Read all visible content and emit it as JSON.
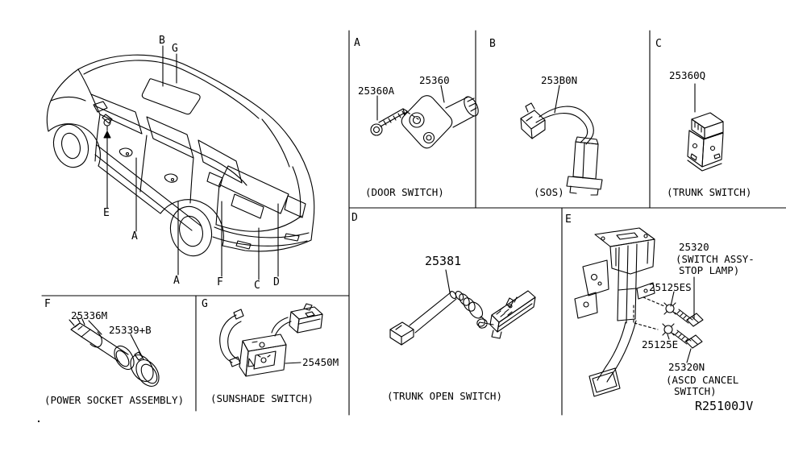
{
  "diagram": {
    "ref_code": "R25100JV",
    "car_callouts": {
      "b": "B",
      "g": "G",
      "e": "E",
      "a1": "A",
      "a2": "A",
      "f": "F",
      "c": "C",
      "d": "D"
    },
    "panels": {
      "a": {
        "letter": "A",
        "caption": "(DOOR SWITCH)",
        "part_screw": "25360A",
        "part_switch": "25360"
      },
      "b": {
        "letter": "B",
        "caption": "(SOS)",
        "part": "253B0N"
      },
      "c": {
        "letter": "C",
        "caption": "(TRUNK SWITCH)",
        "part": "25360Q"
      },
      "d": {
        "letter": "D",
        "caption": "(TRUNK OPEN SWITCH)",
        "part": "25381"
      },
      "e": {
        "letter": "E",
        "part_stop_lamp": "25320",
        "stop_lamp_caption_line1": "(SWITCH ASSY-",
        "stop_lamp_caption_line2": "STOP LAMP)",
        "part_clip_upper": "25125ES",
        "part_clip_lower": "25125E",
        "part_ascd": "25320N",
        "ascd_caption_line1": "(ASCD CANCEL",
        "ascd_caption_line2": "SWITCH)"
      },
      "f": {
        "letter": "F",
        "caption": "(POWER SOCKET ASSEMBLY)",
        "part_socket": "25336M",
        "part_cap": "25339+B"
      },
      "g": {
        "letter": "G",
        "caption": "(SUNSHADE SWITCH)",
        "part": "25450M"
      }
    },
    "colors": {
      "ink": "#000000",
      "background": "#ffffff"
    }
  }
}
